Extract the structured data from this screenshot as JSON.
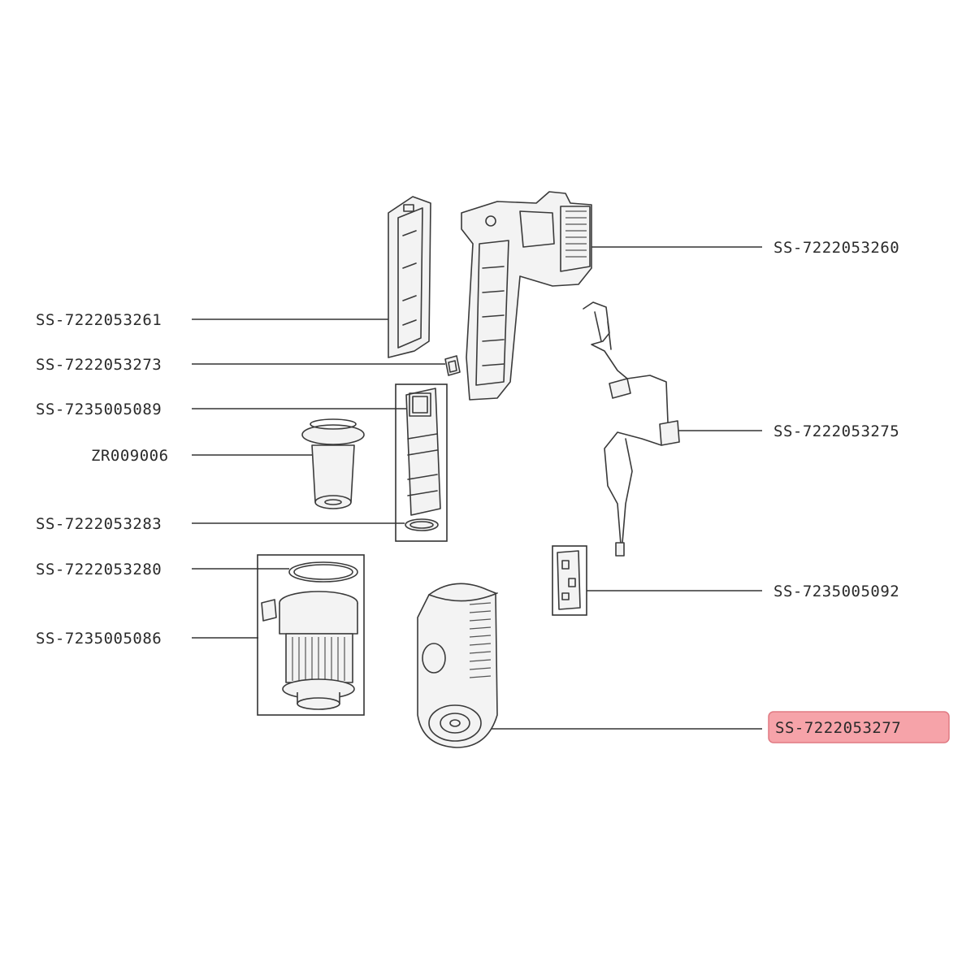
{
  "colors": {
    "line": "#333333",
    "highlight_fill": "#f6a3a9",
    "highlight_stroke": "#e07a83"
  },
  "parts": {
    "p3260": "SS-7222053260",
    "p3261": "SS-7222053261",
    "p3273": "SS-7222053273",
    "p5089": "SS-7235005089",
    "p9006": "ZR009006",
    "p3275": "SS-7222053275",
    "p3283": "SS-7222053283",
    "p3280": "SS-7222053280",
    "p5092": "SS-7235005092",
    "p5086": "SS-7235005086",
    "p3277": "SS-7222053277"
  },
  "highlighted_part": "SS-7222053277"
}
